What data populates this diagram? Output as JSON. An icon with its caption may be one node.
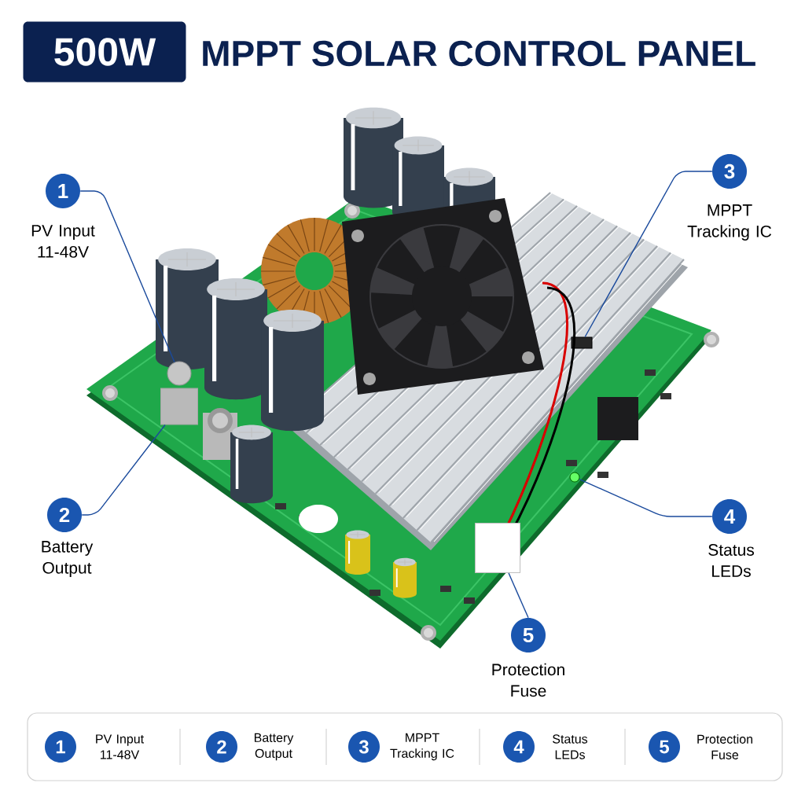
{
  "diagram": {
    "title": "MPPT SOLAR CONTROL PANEL",
    "nodes": [
      {
        "text": [
          "500W"
        ]
      },
      {
        "text": [
          "1"
        ],
        "beside": [
          "PV Input 11-48V"
        ]
      },
      {
        "text": [
          "2"
        ],
        "beside": [
          "Battery Output"
        ]
      },
      {
        "text": [
          "3"
        ],
        "beside": [
          "MPPT Tracking IC"
        ]
      },
      {
        "text": [
          "4"
        ],
        "beside": [
          "Status LEDs"
        ]
      },
      {
        "text": [
          "5"
        ],
        "beside": [
          "Protection Fuse"
        ]
      },
      {
        "text": [],
        "shape": "box"
      },
      {
        "text": [
          "1"
        ],
        "in": 6,
        "beside": [
          "PV Input 11-48V"
        ]
      },
      {
        "text": [
          "2"
        ],
        "in": 6,
        "beside": [
          "Battery Output"
        ]
      },
      {
        "text": [
          "3"
        ],
        "in": 6,
        "beside": [
          "MPPT Tracking IC"
        ]
      },
      {
        "text": [
          "4"
        ],
        "in": 6,
        "beside": [
          "Status LEDs"
        ]
      },
      {
        "text": [
          "5"
        ],
        "in": 6,
        "beside": [
          "Protection Fuse"
        ]
      },
      {
        "text": [],
        "shape": "circle"
      },
      {
        "text": [],
        "shape": "box"
      },
      {
        "text": [],
        "shape": "box"
      },
      {
        "text": [],
        "shape": "circle"
      },
      {
        "text": [],
        "shape": "box"
      }
    ],
    "edges": [
      {
        "from": 1,
        "to": 12,
        "arrow": "none"
      },
      {
        "from": 2,
        "to": 13,
        "arrow": "none"
      },
      {
        "from": 3,
        "to": 14,
        "arrow": "none"
      },
      {
        "from": 4,
        "to": 15,
        "arrow": "none"
      },
      {
        "from": 5,
        "to": 16,
        "arrow": "none"
      }
    ]
  }
}
